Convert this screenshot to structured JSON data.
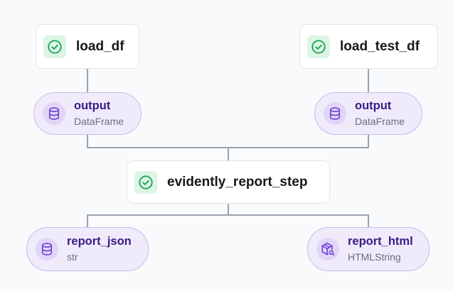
{
  "dag": {
    "steps": {
      "load_df": {
        "label": "load_df",
        "status": "completed",
        "icon": "check-circle-icon"
      },
      "load_test_df": {
        "label": "load_test_df",
        "status": "completed",
        "icon": "check-circle-icon"
      },
      "evidently": {
        "label": "evidently_report_step",
        "status": "completed",
        "icon": "check-circle-icon"
      }
    },
    "artifacts": {
      "load_df_output": {
        "name": "output",
        "type": "DataFrame",
        "icon": "database-icon"
      },
      "load_test_df_output": {
        "name": "output",
        "type": "DataFrame",
        "icon": "database-icon"
      },
      "report_json": {
        "name": "report_json",
        "type": "str",
        "icon": "database-icon"
      },
      "report_html": {
        "name": "report_html",
        "type": "HTMLString",
        "icon": "html-package-icon"
      }
    },
    "colors": {
      "step_bg": "#ffffff",
      "step_icon_bg": "#dcf5e4",
      "step_icon": "#1ea35a",
      "artifact_bg": "#f0ebfb",
      "artifact_border": "#c9b8ee",
      "artifact_icon": "#6b3fd4",
      "edge": "#9aa3ae"
    }
  }
}
